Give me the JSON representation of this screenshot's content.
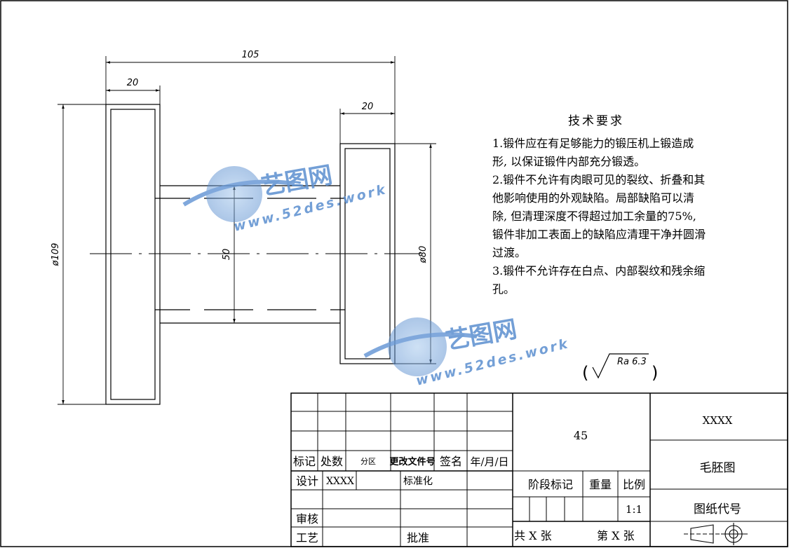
{
  "drawing": {
    "dimensions": {
      "overall_length": "105",
      "left_flange_width": "20",
      "right_flange_width": "20",
      "left_diameter": "ø109",
      "shaft_diameter": "50",
      "right_diameter": "ø80"
    },
    "roughness": "Ra 6.3"
  },
  "tech_requirements": {
    "title": "技术要求",
    "lines": [
      "1.锻件应在有足够能力的锻压机上锻造成",
      "形, 以保证锻件内部充分锻透。",
      "2.锻件不允许有肉眼可见的裂纹、折叠和其",
      "他影响使用的外观缺陷。局部缺陷可以清",
      "除, 但清理深度不得超过加工余量的75%,",
      "锻件非加工表面上的缺陷应清理干净并圆滑",
      "过渡。",
      "3.锻件不允许存在白点、内部裂纹和残余缩",
      "孔。"
    ]
  },
  "watermark": {
    "brand": "艺图网",
    "url": "www.52des.work"
  },
  "title_block": {
    "col_mark": "标记",
    "col_count": "处数",
    "col_zone": "分区",
    "col_doc": "更改文件号",
    "col_sign": "签名",
    "col_date": "年/月/日",
    "design_label": "设计",
    "design_value": "XXXX",
    "standard_label": "标准化",
    "review_label": "审核",
    "process_label": "工艺",
    "approve_label": "批准",
    "material": "45",
    "stage_label": "阶段标记",
    "weight_label": "重量",
    "scale_label": "比例",
    "scale_value": "1:1",
    "total_sheets": "共 X 张",
    "sheet_no": "第 X 张",
    "company": "XXXX",
    "drawing_name": "毛胚图",
    "drawing_code_label": "图纸代号"
  }
}
